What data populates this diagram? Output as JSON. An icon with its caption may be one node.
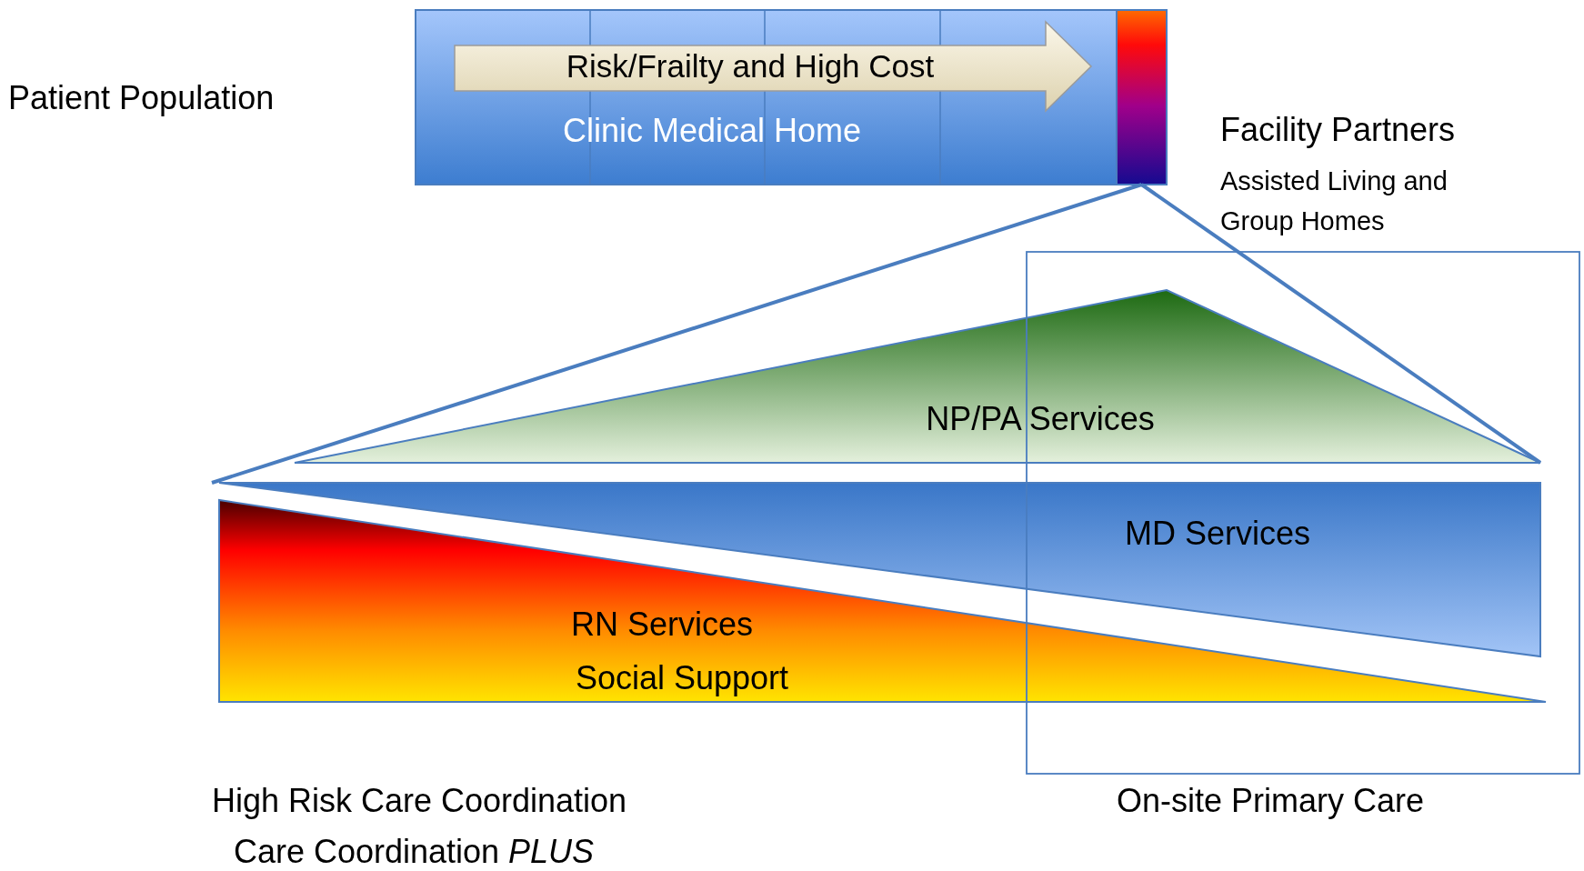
{
  "diagram": {
    "nodes": [
      {
        "text": [
          "Clinic Medical Home"
        ]
      },
      {
        "text": [
          "Risk/Frailty and High Cost"
        ],
        "in": 0
      },
      {
        "text": [],
        "shape": "bar"
      },
      {
        "text": [
          "NP/PA Services"
        ]
      },
      {
        "text": [
          "MD Services"
        ]
      },
      {
        "text": [
          "RN Services",
          "Social Support"
        ]
      }
    ],
    "edges": [
      {
        "from": 2,
        "to": 4,
        "arrow": "none"
      },
      {
        "from": 2,
        "to": 3,
        "arrow": "none"
      }
    ],
    "labels": [
      "Patient Population",
      "Facility Partners",
      "Assisted Living and Group Homes",
      "High Risk Care Coordination",
      "Care Coordination *PLUS*",
      "On-site Primary Care"
    ]
  }
}
